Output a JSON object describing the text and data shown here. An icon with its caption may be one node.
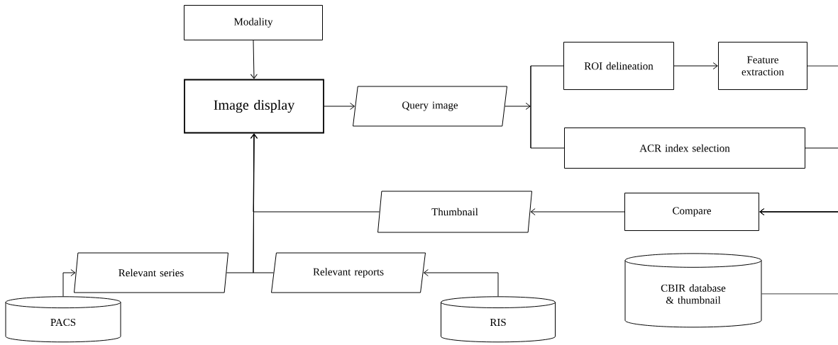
{
  "diagram": {
    "nodes": [
      {
        "text": [
          "Modality"
        ]
      },
      {
        "text": [
          "Image display"
        ]
      },
      {
        "text": [
          "Query image"
        ]
      },
      {
        "text": [
          "ROI delineation"
        ]
      },
      {
        "text": [
          "Feature extraction"
        ]
      },
      {
        "text": [
          "ACR index selection"
        ]
      },
      {
        "text": [
          "Thumbnail"
        ]
      },
      {
        "text": [
          "Compare"
        ]
      },
      {
        "text": [
          "Relevant series"
        ]
      },
      {
        "text": [
          "Relevant reports"
        ]
      },
      {
        "text": [
          "PACS"
        ]
      },
      {
        "text": [
          "RIS"
        ]
      },
      {
        "text": [
          "CBIR database & thumbnail"
        ]
      },
      {
        "text": [],
        "shape": "bar"
      }
    ],
    "edges": [
      {
        "from": 0,
        "to": 1,
        "arrow": "to"
      },
      {
        "from": 1,
        "to": 2,
        "arrow": "to"
      },
      {
        "from": 2,
        "to": 13,
        "arrow": "to"
      },
      {
        "from": 13,
        "to": 3,
        "arrow": "none"
      },
      {
        "from": 13,
        "to": 5,
        "arrow": "none"
      },
      {
        "from": 3,
        "to": 4,
        "arrow": "to"
      },
      {
        "from": 4,
        "to": 7,
        "arrow": "to"
      },
      {
        "from": 5,
        "to": 7,
        "arrow": "to"
      },
      {
        "from": 12,
        "to": 7,
        "arrow": "to"
      },
      {
        "from": 7,
        "to": 6,
        "arrow": "to"
      },
      {
        "from": 6,
        "to": 1,
        "arrow": "to"
      },
      {
        "from": 8,
        "to": 1,
        "arrow": "to"
      },
      {
        "from": 9,
        "to": 1,
        "arrow": "to"
      },
      {
        "from": 10,
        "to": 8,
        "arrow": "to"
      },
      {
        "from": 11,
        "to": 9,
        "arrow": "to"
      }
    ]
  }
}
